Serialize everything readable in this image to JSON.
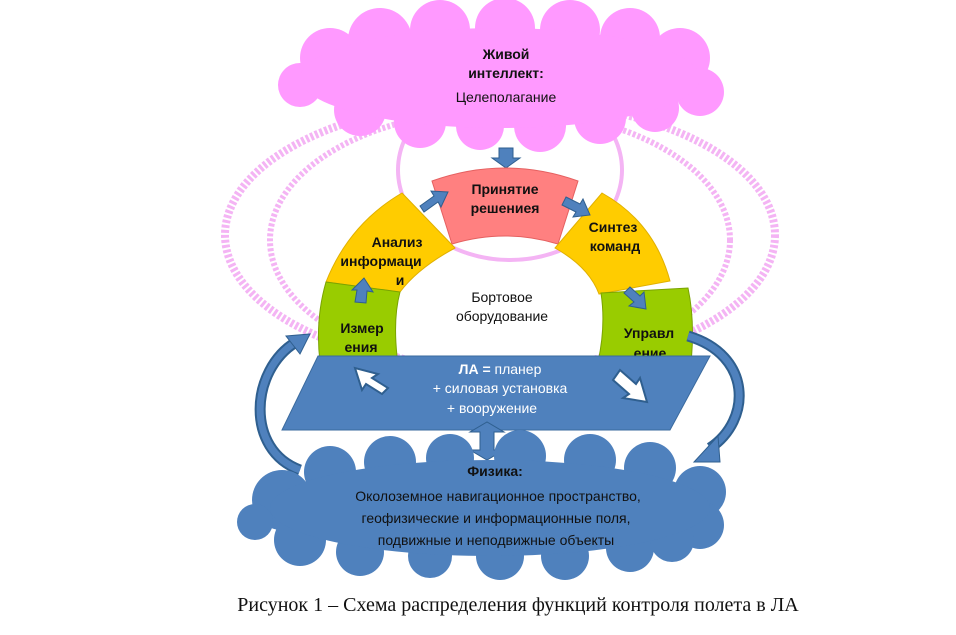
{
  "top_cloud": {
    "title_line1": "Живой",
    "title_line2": "интеллект:",
    "subtitle": "Целеполагание"
  },
  "segments": {
    "decision_line1": "Принятие",
    "decision_line2": "решениея",
    "analysis_line1": "Анализ",
    "analysis_line2": "информаци",
    "analysis_line3": "и",
    "synthesis_line1": "Синтез",
    "synthesis_line2": "команд",
    "measure_line1": "Измер",
    "measure_line2": "ения",
    "control_line1": "Управл",
    "control_line2": "ение"
  },
  "center": {
    "line1": "Бортовое",
    "line2": "оборудование"
  },
  "platform": {
    "line1_bold": "ЛА =",
    "line1_rest": " планер",
    "line2": "+ силовая установка",
    "line3": "+ вооружение"
  },
  "bottom_cloud": {
    "title": "Физика:",
    "line1": "Околоземное навигационное пространство,",
    "line2": "геофизические и информационные поля,",
    "line3": "подвижные и неподвижные объекты"
  },
  "caption": "Рисунок 1 – Схема распределения функций контроля полета в ЛА",
  "colors": {
    "pink_cloud": "#ff99ff",
    "blue": "#4f81bd",
    "decision": "#ff8080",
    "yellow": "#ffcc00",
    "green": "#99cc00"
  }
}
